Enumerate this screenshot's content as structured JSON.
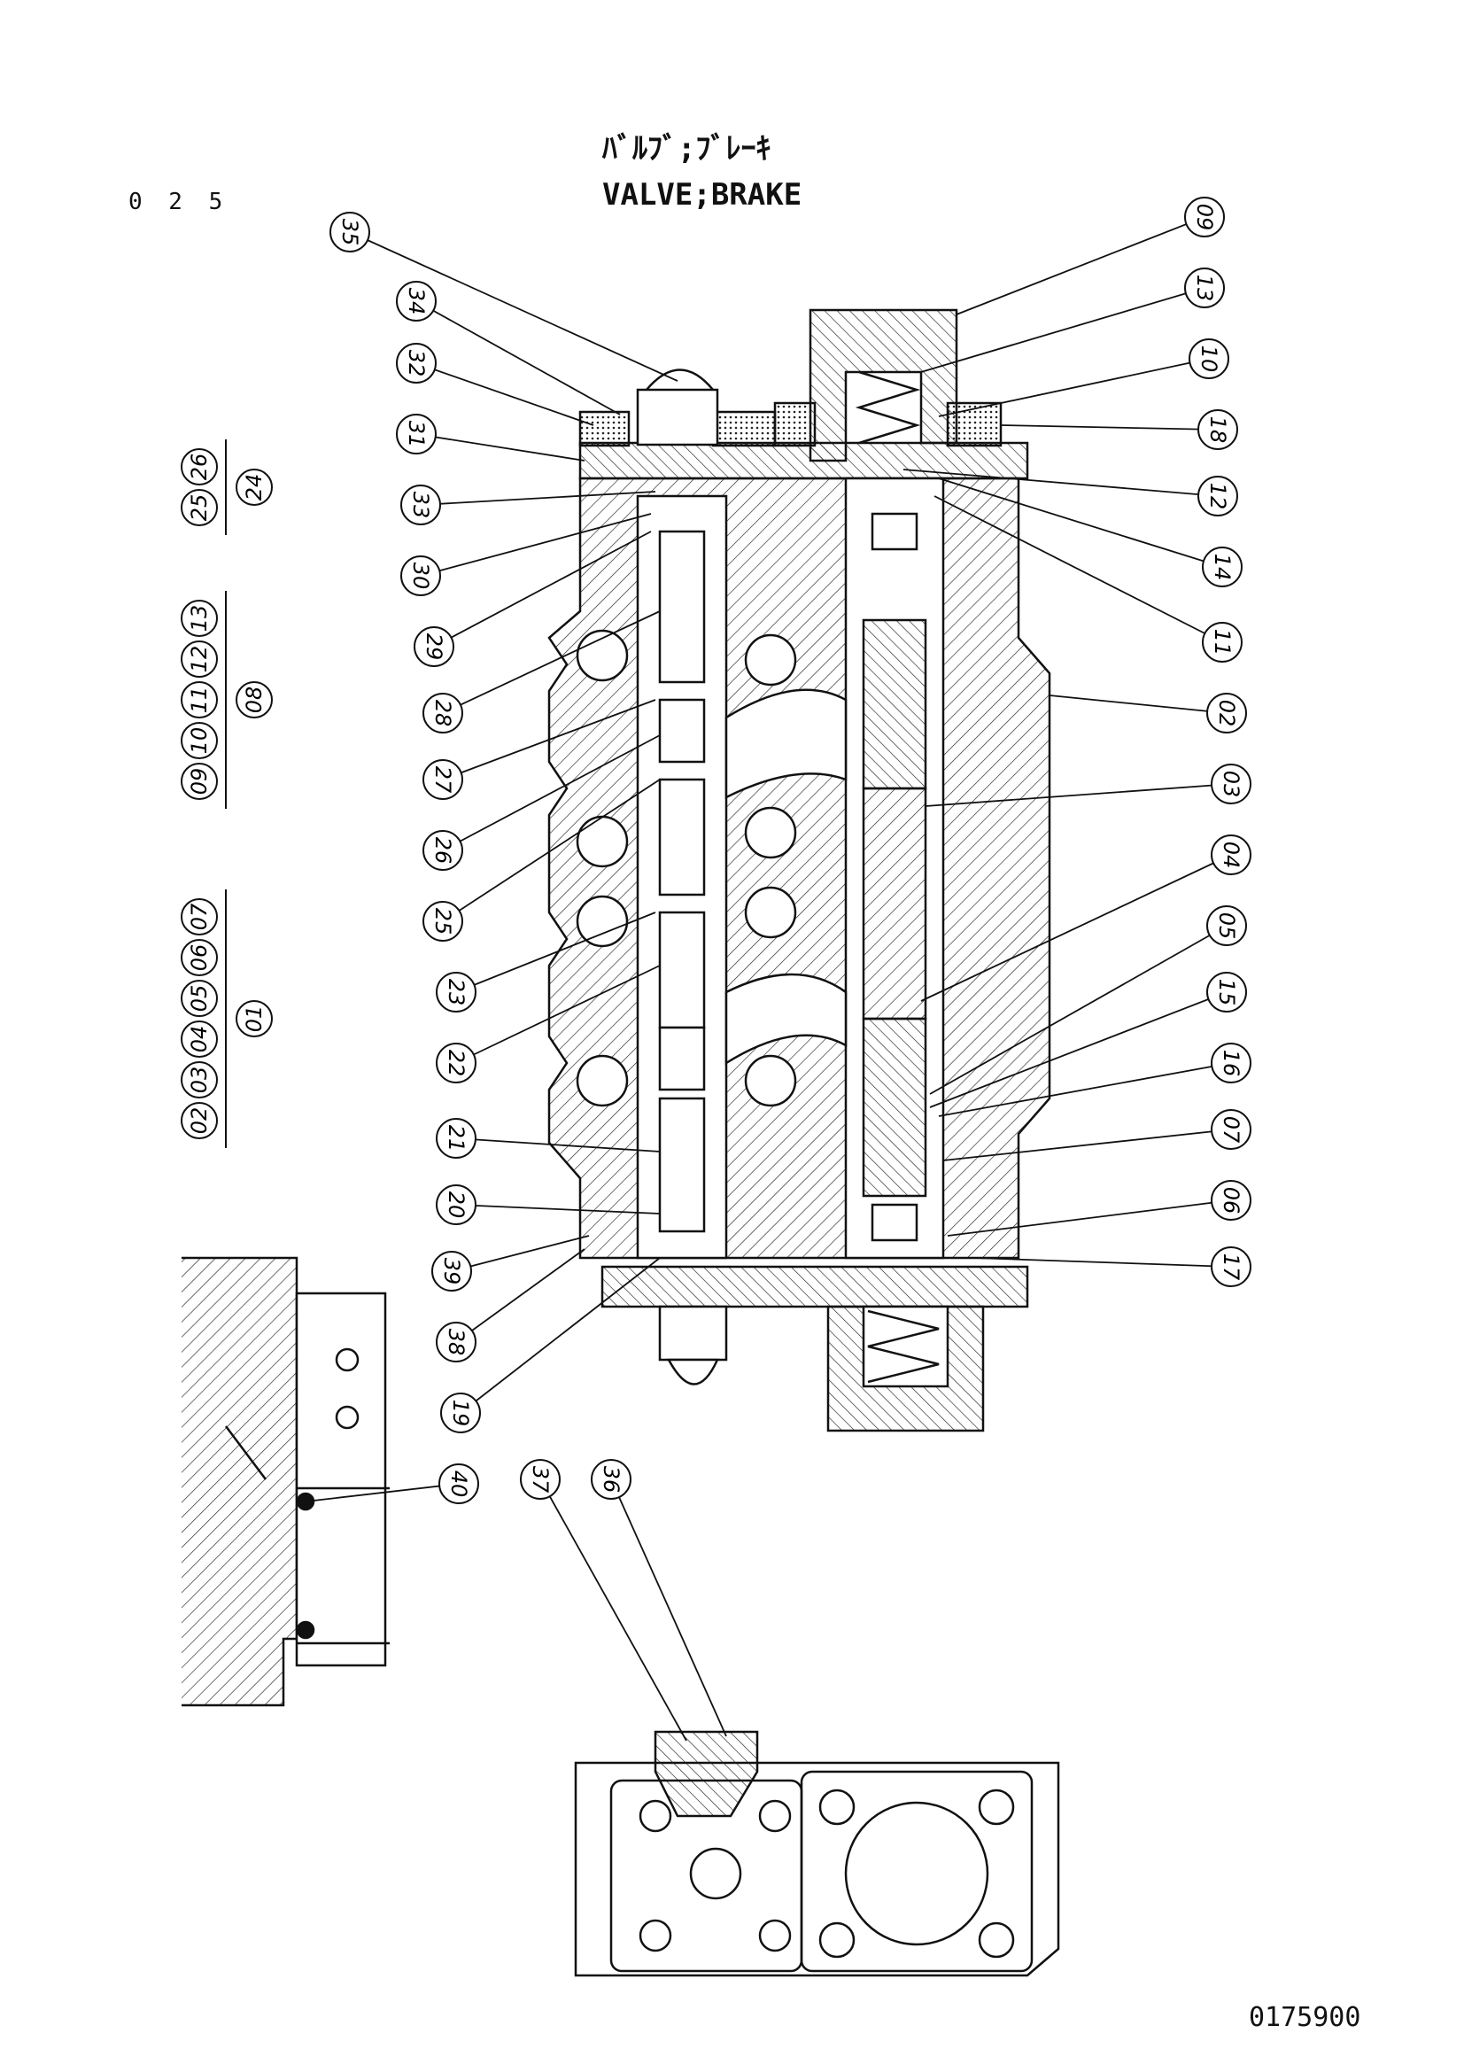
{
  "page_number": "0 2 5",
  "title_jp": "ﾊﾞﾙﾌﾞ;ﾌﾞﾚｰｷ",
  "title_en": "VALVE;BRAKE",
  "drawing_number": "0175900",
  "assembly_groups": [
    {
      "top": [
        "02",
        "03",
        "04",
        "05",
        "06",
        "07"
      ],
      "bottom": "01"
    },
    {
      "top": [
        "09",
        "10",
        "11",
        "12",
        "13"
      ],
      "bottom": "08"
    },
    {
      "top": [
        "25",
        "26"
      ],
      "bottom": "24"
    }
  ],
  "callouts_left": [
    "35",
    "34",
    "32",
    "31",
    "33",
    "30",
    "29",
    "28",
    "27",
    "26",
    "25",
    "23",
    "22",
    "21",
    "20",
    "39",
    "38",
    "19"
  ],
  "callouts_right": [
    "09",
    "13",
    "10",
    "18",
    "12",
    "14",
    "11",
    "02",
    "03",
    "04",
    "05",
    "15",
    "16",
    "07",
    "06",
    "17"
  ],
  "callouts_detail": [
    "40"
  ],
  "callouts_bottom": [
    "37",
    "36"
  ]
}
